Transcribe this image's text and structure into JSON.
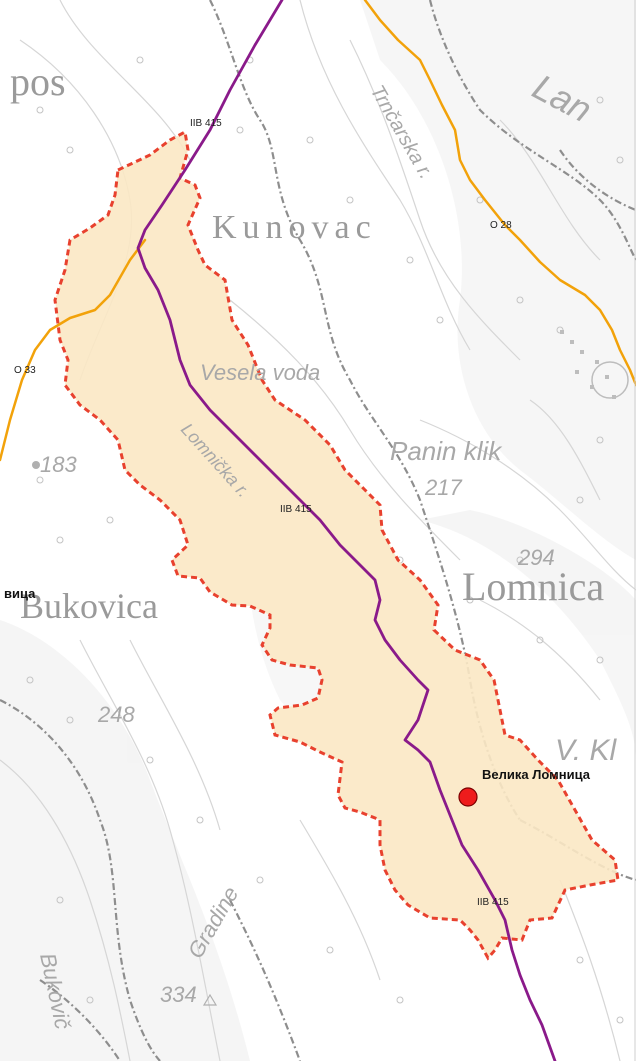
{
  "map": {
    "background_color": "#ffffff",
    "terrain_color": "#dcdcdc",
    "road_local_color": "#f2a20a",
    "road_regional_color": "#8a1a8a",
    "area_fill_color": "#fbe8c4",
    "area_border_color": "#e8412e",
    "marker_color": "#ee1c1c",
    "topo_labels": [
      {
        "id": "label-pos",
        "text": "pos"
      },
      {
        "id": "label-kunovac",
        "text": "Kunovac"
      },
      {
        "id": "label-trncarska",
        "text": "Trnčarska r."
      },
      {
        "id": "label-vesela-voda",
        "text": "Vesela voda"
      },
      {
        "id": "label-lomnicka",
        "text": "Lomnička r."
      },
      {
        "id": "label-panin-klik",
        "text": "Panin klik"
      },
      {
        "id": "label-bukovica",
        "text": "Bukovica"
      },
      {
        "id": "label-lomnica",
        "text": "Lomnica"
      },
      {
        "id": "label-gradine",
        "text": "Gradine"
      },
      {
        "id": "label-bukovica-lower",
        "text": "Bukovič"
      },
      {
        "id": "label-elev-183",
        "text": "183"
      },
      {
        "id": "label-elev-217",
        "text": "217"
      },
      {
        "id": "label-elev-294",
        "text": "294"
      },
      {
        "id": "label-elev-248",
        "text": "248"
      },
      {
        "id": "label-elev-334",
        "text": "334"
      },
      {
        "id": "label-top-right",
        "text": "Lan"
      },
      {
        "id": "label-v-kl",
        "text": "V. Kl"
      }
    ],
    "road_labels": {
      "iib415_top": "IIB 415",
      "iib415_mid": "IIB 415",
      "iib415_bottom": "IIB 415",
      "o28": "O 28",
      "o33": "O 33"
    },
    "place": {
      "name": "Велика Ломница",
      "left_cut_label": "вица"
    }
  }
}
